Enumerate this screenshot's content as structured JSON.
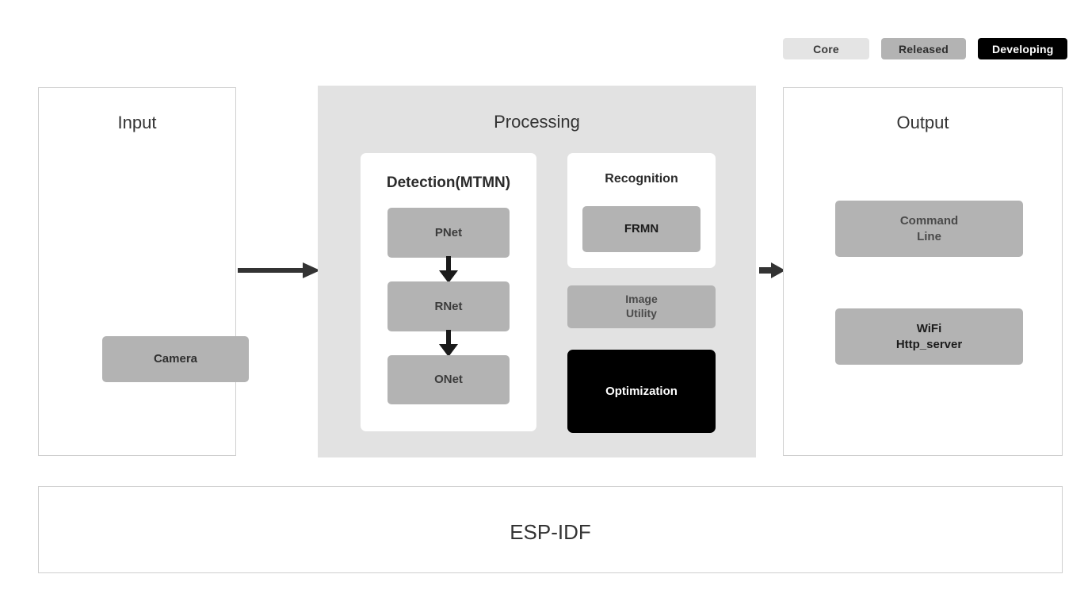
{
  "legend": {
    "items": [
      {
        "label": "Core",
        "color": "#e4e4e4",
        "name": "core"
      },
      {
        "label": "Released",
        "color": "#b3b3b3",
        "name": "released"
      },
      {
        "label": "Developing",
        "color": "#000000",
        "name": "developing"
      }
    ]
  },
  "panels": {
    "input": {
      "title": "Input",
      "blocks": [
        {
          "label": "Camera",
          "status": "released"
        }
      ]
    },
    "processing": {
      "title": "Processing",
      "detection": {
        "title": "Detection(MTMN)",
        "blocks": [
          {
            "label": "PNet",
            "status": "released"
          },
          {
            "label": "RNet",
            "status": "released"
          },
          {
            "label": "ONet",
            "status": "released"
          }
        ]
      },
      "recognition": {
        "title": "Recognition",
        "blocks": [
          {
            "label": "FRMN",
            "status": "released"
          }
        ]
      },
      "image_utility": {
        "label_line1": "Image",
        "label_line2": "Utility",
        "status": "released"
      },
      "optimization": {
        "label": "Optimization",
        "status": "developing"
      }
    },
    "output": {
      "title": "Output",
      "blocks": [
        {
          "label_line1": "Command",
          "label_line2": "Line",
          "status": "released"
        },
        {
          "label_line1": "WiFi",
          "label_line2": "Http_server",
          "status": "released"
        }
      ]
    },
    "footer": {
      "title": "ESP-IDF",
      "status": "core"
    }
  },
  "arrows": [
    {
      "name": "input-to-processing",
      "from": "Input",
      "to": "Processing",
      "direction": "right"
    },
    {
      "name": "processing-to-output",
      "from": "Processing",
      "to": "Output",
      "direction": "right"
    },
    {
      "name": "pnet-to-rnet",
      "from": "PNet",
      "to": "RNet",
      "direction": "down"
    },
    {
      "name": "rnet-to-onet",
      "from": "RNet",
      "to": "ONet",
      "direction": "down"
    }
  ],
  "colors": {
    "core": "#e4e4e4",
    "released": "#b3b3b3",
    "developing": "#000000",
    "panel_border": "#cfcfcf",
    "arrow": "#333333",
    "text_dark": "#333333"
  }
}
